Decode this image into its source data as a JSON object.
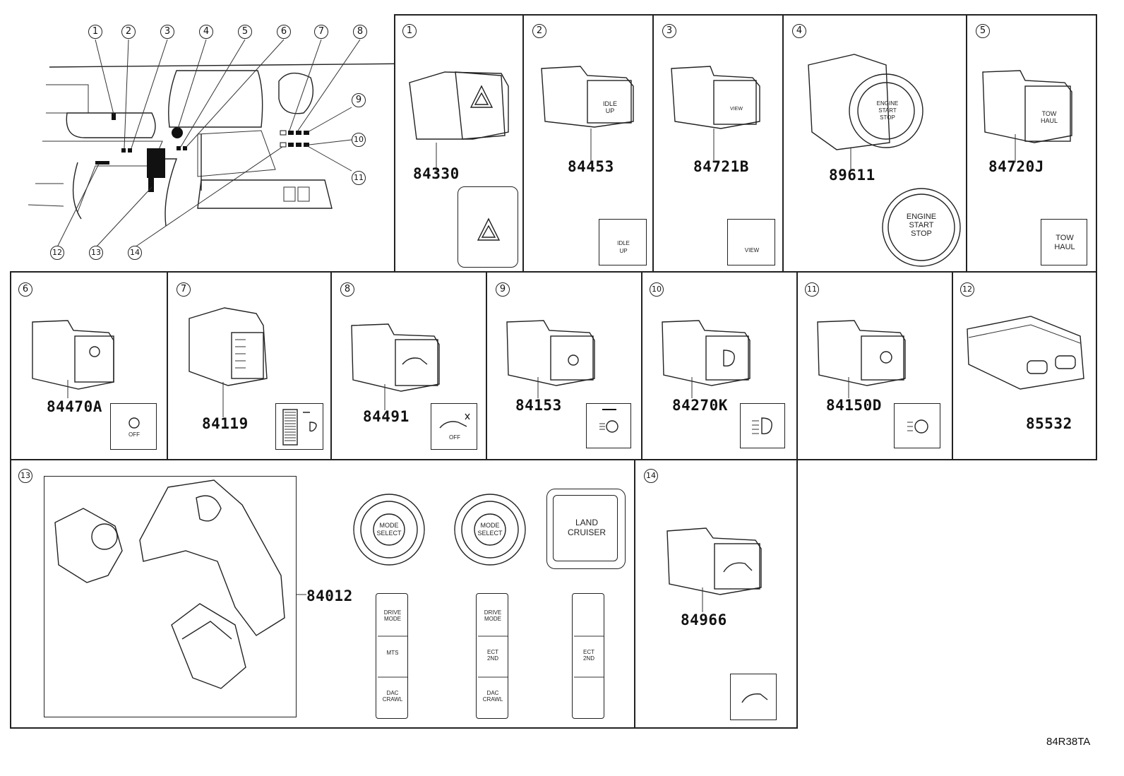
{
  "overview": {
    "callouts": [
      "1",
      "2",
      "3",
      "4",
      "5",
      "6",
      "7",
      "8",
      "9",
      "10",
      "11",
      "12",
      "13",
      "14"
    ]
  },
  "cells": {
    "c1": {
      "num": "1",
      "part": "84330"
    },
    "c2": {
      "num": "2",
      "part": "84453",
      "switch_label": "IDLE\nUP"
    },
    "c3": {
      "num": "3",
      "part": "84721B",
      "switch_label": "VIEW"
    },
    "c4": {
      "num": "4",
      "part": "89611",
      "switch_label": "ENGINE\nSTART\nSTOP"
    },
    "c5": {
      "num": "5",
      "part": "84720J",
      "switch_label": "TOW\nHAUL"
    },
    "c6": {
      "num": "6",
      "part": "84470A",
      "switch_label": "OFF"
    },
    "c7": {
      "num": "7",
      "part": "84119"
    },
    "c8": {
      "num": "8",
      "part": "84491",
      "switch_label": "OFF"
    },
    "c9": {
      "num": "9",
      "part": "84153"
    },
    "c10": {
      "num": "10",
      "part": "84270K"
    },
    "c11": {
      "num": "11",
      "part": "84150D"
    },
    "c12": {
      "num": "12",
      "part": "85532"
    },
    "c13": {
      "num": "13",
      "part": "84012",
      "mode_select": "MODE\nSELECT",
      "logo": "LAND\nCRUISER",
      "col1": [
        "DRIVE\nMODE",
        "MTS",
        "DAC\nCRAWL"
      ],
      "col2": [
        "DRIVE\nMODE",
        "ECT\n2ND",
        "DAC\nCRAWL"
      ],
      "col3": [
        "ECT\n2ND"
      ]
    },
    "c14": {
      "num": "14",
      "part": "84966"
    }
  },
  "ref_code": "84R38TA"
}
